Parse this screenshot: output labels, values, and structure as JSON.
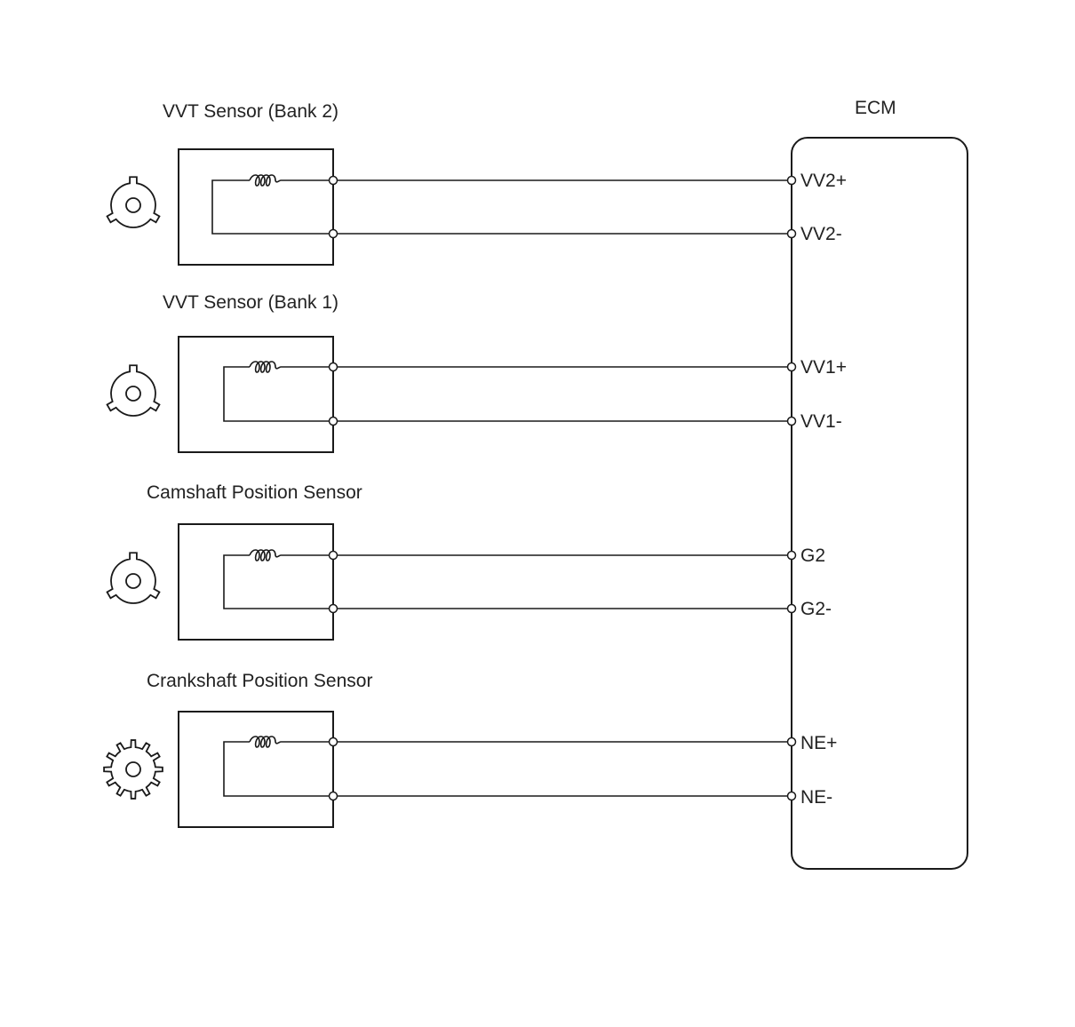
{
  "ecm": {
    "title": "ECM"
  },
  "sensors": [
    {
      "title": "VVT Sensor (Bank 2)",
      "rotor_icon": "three-tooth-rotor-icon",
      "pins": [
        "VV2+",
        "VV2-"
      ]
    },
    {
      "title": "VVT Sensor (Bank 1)",
      "rotor_icon": "three-tooth-rotor-icon",
      "pins": [
        "VV1+",
        "VV1-"
      ]
    },
    {
      "title": "Camshaft Position Sensor",
      "rotor_icon": "three-tooth-rotor-icon",
      "pins": [
        "G2",
        "G2-"
      ]
    },
    {
      "title": "Crankshaft Position Sensor",
      "rotor_icon": "multi-tooth-gear-icon",
      "pins": [
        "NE+",
        "NE-"
      ]
    }
  ],
  "colors": {
    "line": "#1a1a1a",
    "text": "#222222",
    "background": "#ffffff"
  }
}
